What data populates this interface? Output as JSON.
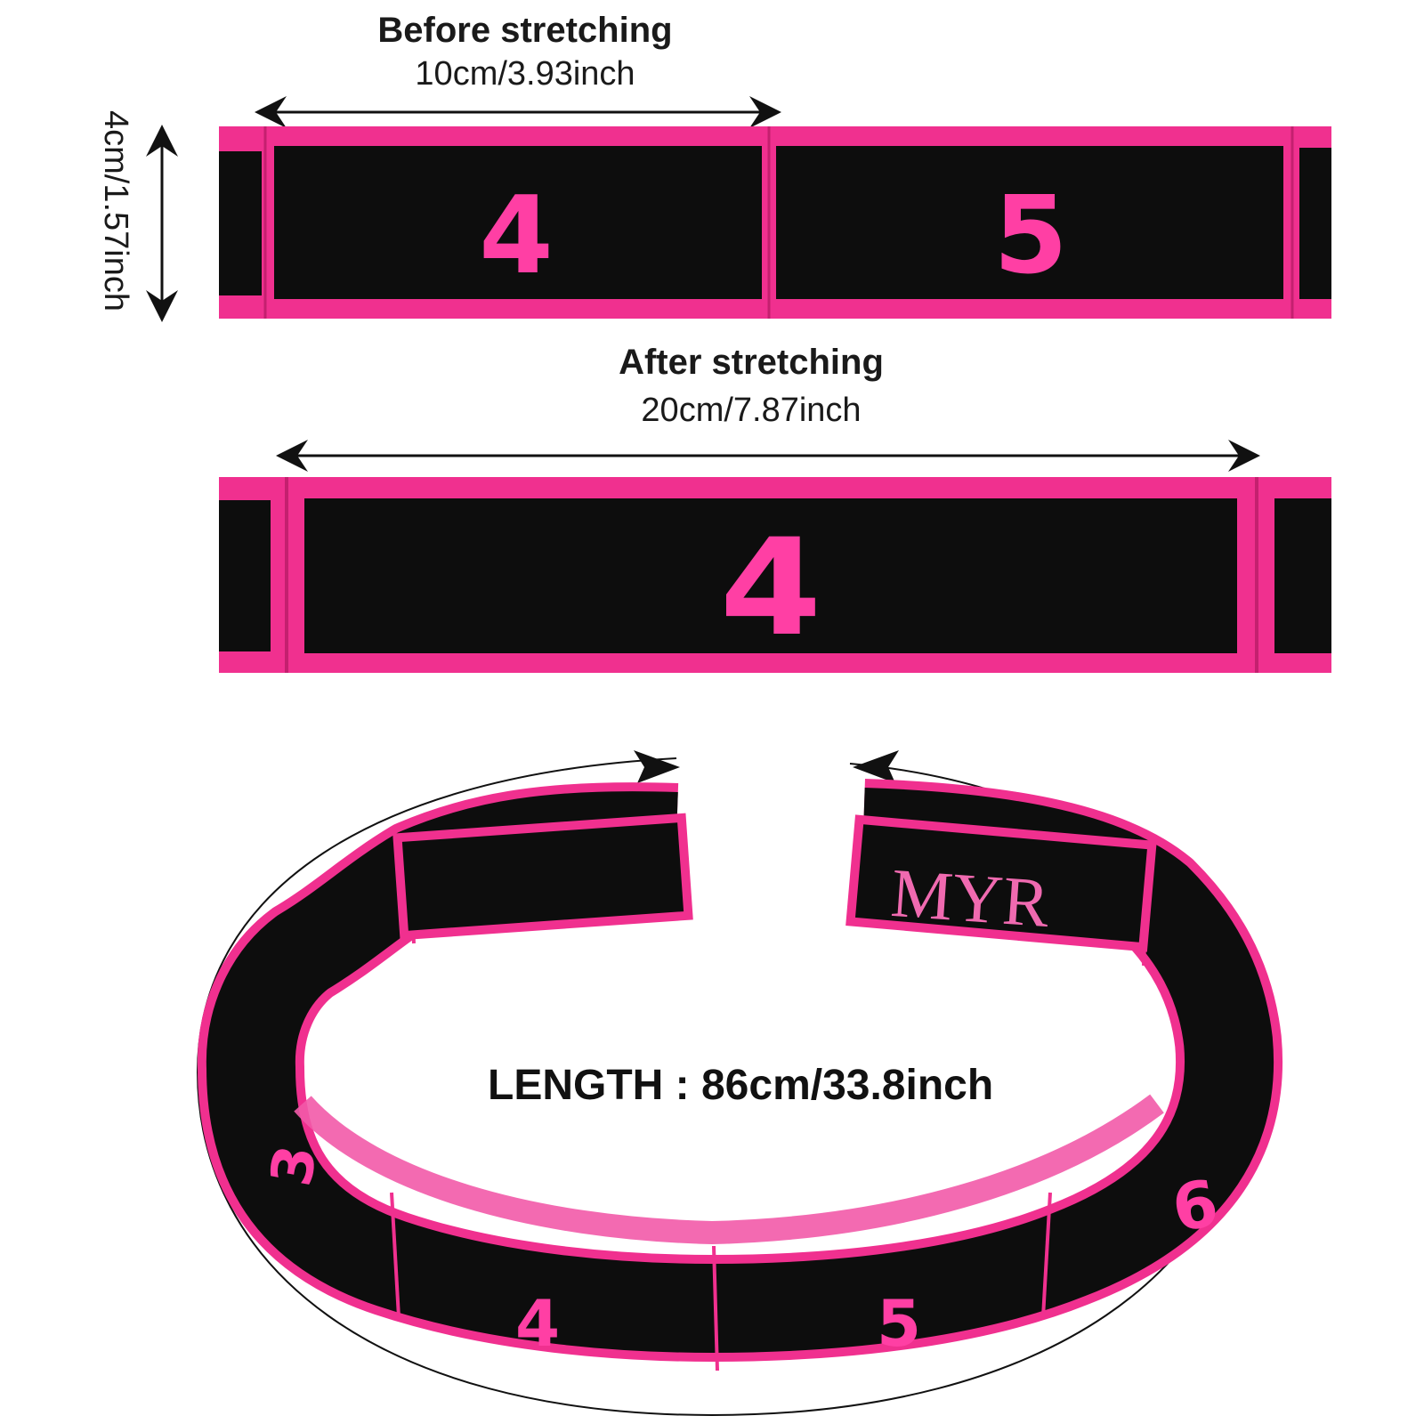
{
  "before": {
    "title": "Before stretching",
    "measure": "10cm/3.93inch"
  },
  "width_label": "4cm/1.57inch",
  "after": {
    "title": "After stretching",
    "measure": "20cm/7.87inch"
  },
  "length_label": "LENGTH : 86cm/33.8inch",
  "band_numbers_before": [
    "4",
    "5"
  ],
  "band_number_after": "4",
  "loop_numbers": [
    "3",
    "4",
    "5",
    "6"
  ],
  "brand_logo": "MYR",
  "colors": {
    "pink": "#f0308f",
    "pink_light": "#f25aa8",
    "black": "#0d0d0d",
    "arrow": "#111111"
  }
}
